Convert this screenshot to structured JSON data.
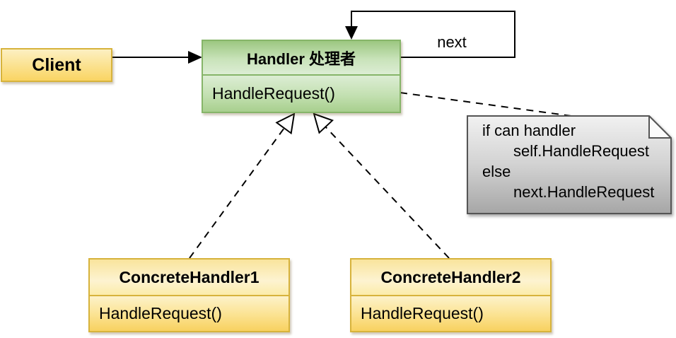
{
  "diagram": {
    "type": "uml-class-diagram",
    "pattern": "chain-of-responsibility",
    "classes": {
      "client": {
        "name": "Client"
      },
      "handler": {
        "name": "Handler  处理者",
        "methods": [
          "HandleRequest()"
        ]
      },
      "concrete_handler_1": {
        "name": "ConcreteHandler1",
        "methods": [
          "HandleRequest()"
        ]
      },
      "concrete_handler_2": {
        "name": "ConcreteHandler2",
        "methods": [
          "HandleRequest()"
        ]
      }
    },
    "labels": {
      "next": "next"
    },
    "note": {
      "lines": [
        "if can handler",
        "self.HandleRequest",
        "else",
        "next.HandleRequest"
      ]
    },
    "colors": {
      "green_fill_dark": "#9cc781",
      "green_fill_light": "#dcedd4",
      "green_border": "#86b569",
      "yellow_fill_dark": "#f8d160",
      "yellow_fill_light": "#fdf3d1",
      "yellow_border": "#d7b33c",
      "note_fill_top": "#f1f1f1",
      "note_fill_bottom": "#a6a6a6",
      "note_border": "#555555",
      "line_color": "#000000"
    }
  }
}
